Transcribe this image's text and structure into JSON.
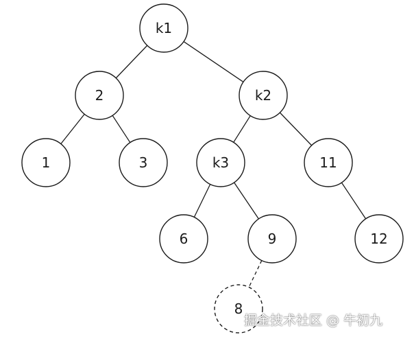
{
  "tree": {
    "nodes": [
      {
        "id": "k1",
        "label": "k1"
      },
      {
        "id": "n2",
        "label": "2"
      },
      {
        "id": "k2",
        "label": "k2"
      },
      {
        "id": "n1",
        "label": "1"
      },
      {
        "id": "n3",
        "label": "3"
      },
      {
        "id": "k3",
        "label": "k3"
      },
      {
        "id": "n11",
        "label": "11"
      },
      {
        "id": "n6",
        "label": "6"
      },
      {
        "id": "n9",
        "label": "9"
      },
      {
        "id": "n12",
        "label": "12"
      },
      {
        "id": "n8",
        "label": "8",
        "style": "dashed"
      }
    ],
    "edges": [
      {
        "from": "k1",
        "to": "n2"
      },
      {
        "from": "k1",
        "to": "k2"
      },
      {
        "from": "n2",
        "to": "n1"
      },
      {
        "from": "n2",
        "to": "n3"
      },
      {
        "from": "k2",
        "to": "k3"
      },
      {
        "from": "k2",
        "to": "n11"
      },
      {
        "from": "k3",
        "to": "n6"
      },
      {
        "from": "k3",
        "to": "n9"
      },
      {
        "from": "n11",
        "to": "n12"
      },
      {
        "from": "n9",
        "to": "n8",
        "style": "dashed"
      }
    ]
  },
  "watermark": "掘金技术社区 @ 牛初九",
  "colors": {
    "stroke": "#1a1a1a",
    "fill": "#ffffff"
  }
}
